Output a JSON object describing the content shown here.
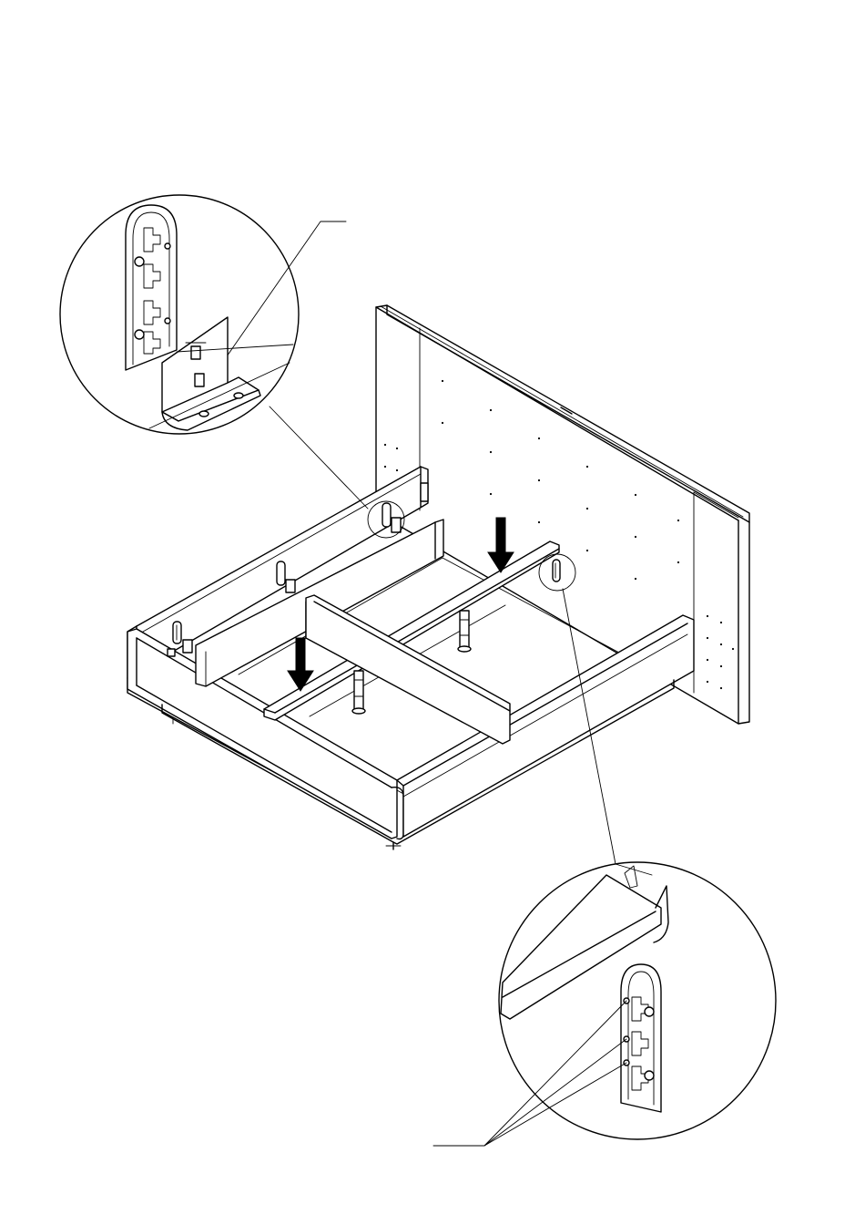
{
  "diagram": {
    "kind": "assembly-instruction",
    "text_labels": [],
    "callouts": [
      {
        "id": "detail-top-left",
        "subject": "bracket-and-slotted-plate"
      },
      {
        "id": "detail-bottom-right",
        "subject": "slotted-plate-with-screws"
      }
    ],
    "arrows": [
      {
        "id": "arrow-left-support",
        "direction": "down"
      },
      {
        "id": "arrow-right-support",
        "direction": "down"
      }
    ],
    "colors": {
      "line": "#000000",
      "background": "#ffffff"
    }
  }
}
